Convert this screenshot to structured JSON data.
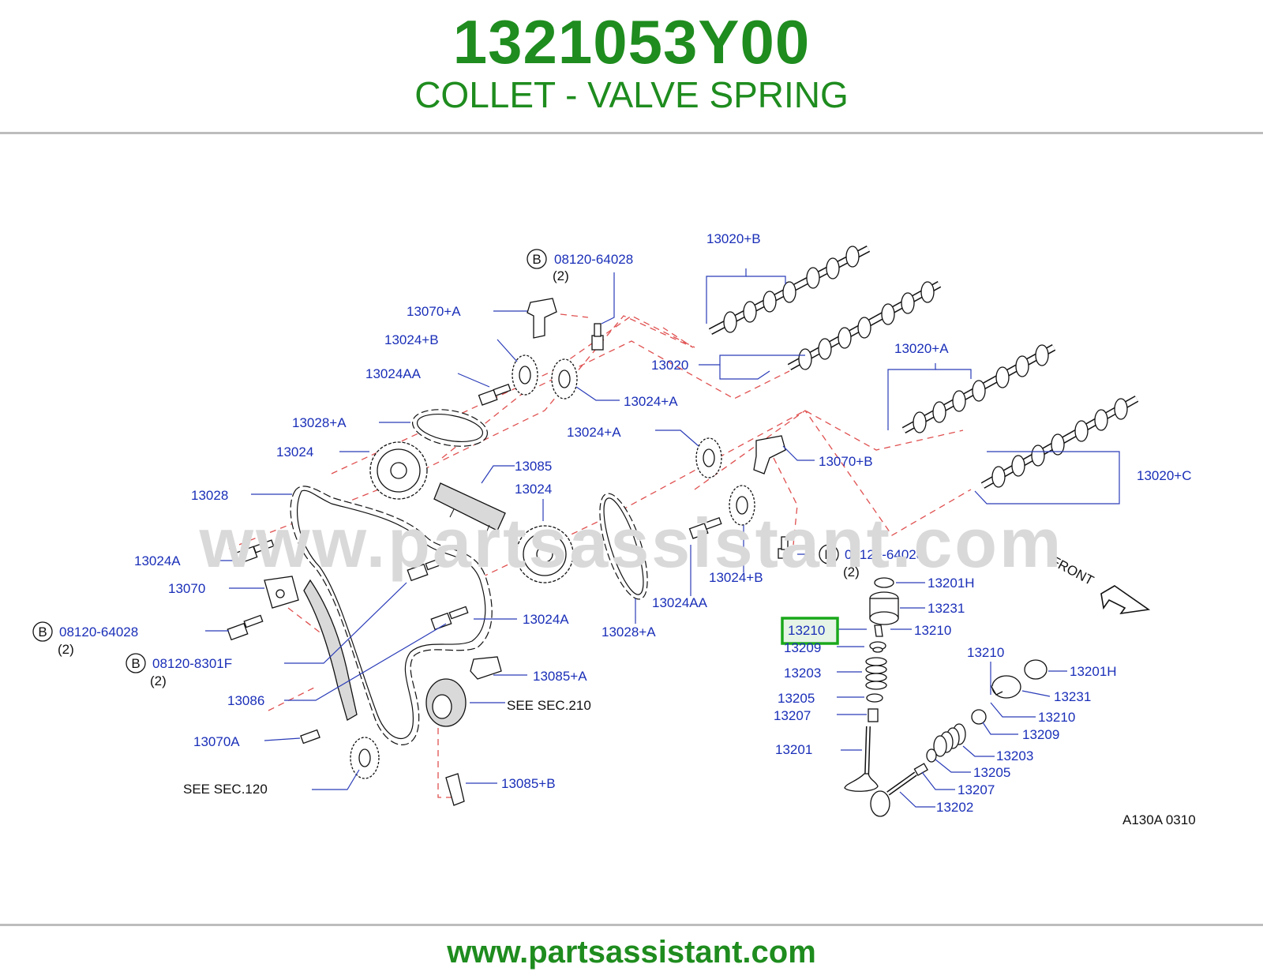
{
  "header": {
    "part_number": "1321053Y00",
    "part_name": "COLLET - VALVE SPRING"
  },
  "watermark": "www.partsassistant.com",
  "diagram": {
    "labels": {
      "l_13020b": "13020+B",
      "l_08120_top_num": "08120-64028",
      "l_08120_top_qty": "(2)",
      "l_13070a_plus": "13070+A",
      "l_13024b_top": "13024+B",
      "l_13024aa_top": "13024AA",
      "l_13020": "13020",
      "l_13024a_right": "13024+A",
      "l_13020a": "13020+A",
      "l_13028a_top": "13028+A",
      "l_13024_left": "13024",
      "l_13024a_mid": "13024+A",
      "l_13070b": "13070+B",
      "l_13085": "13085",
      "l_13024_mid": "13024",
      "l_13020c": "13020+C",
      "l_13028": "13028",
      "l_13024a_plain": "13024A",
      "l_08120_right_num": "08120-64028",
      "l_08120_right_qty": "(2)",
      "l_13024b_lower": "13024+B",
      "l_13070": "13070",
      "l_13024aa_lower": "13024AA",
      "l_13201h_1": "13201H",
      "l_13231_1": "13231",
      "l_13210_hl": "13210",
      "l_13210_1": "13210",
      "l_13209_1": "13209",
      "l_13024a_bottom": "13024A",
      "l_13028a_bottom": "13028+A",
      "l_08120_left_num": "08120-64028",
      "l_08120_left_qty": "(2)",
      "l_13203_1": "13203",
      "l_13210_2": "13210",
      "l_13201h_2": "13201H",
      "l_08120_8301_num": "08120-8301F",
      "l_08120_8301_qty": "(2)",
      "l_13085a": "13085+A",
      "l_13205_1": "13205",
      "l_13231_2": "13231",
      "l_13086": "13086",
      "l_see_210": "SEE   SEC.210",
      "l_13207_1": "13207",
      "l_13210_3": "13210",
      "l_13209_2": "13209",
      "l_13070a": "13070A",
      "l_13201": "13201",
      "l_13203_2": "13203",
      "l_13205_2": "13205",
      "l_see_120": "SEE   SEC.120",
      "l_13085b": "13085+B",
      "l_13207_2": "13207",
      "l_13202": "13202",
      "l_code": "A130A   0310",
      "l_front": "FRONT",
      "b_marker": "B"
    },
    "highlighted_part": "13210",
    "highlight_color": "#1aa81a",
    "label_color": "#1a2fb8",
    "dash_color": "#e05050"
  },
  "footer": {
    "url": "www.partsassistant.com"
  }
}
